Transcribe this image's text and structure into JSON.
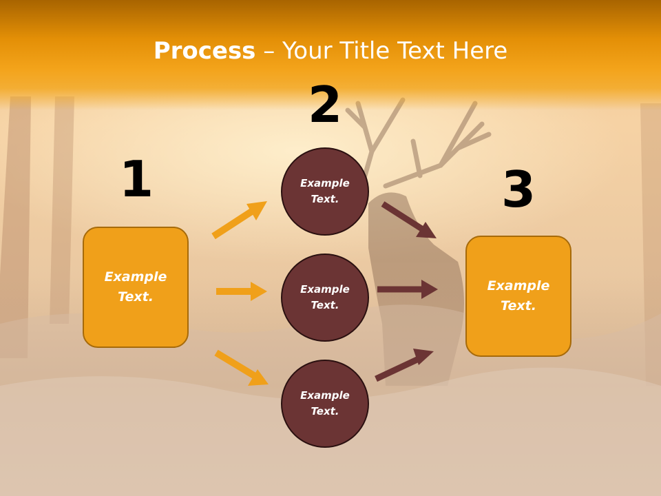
{
  "title": {
    "bold": "Process",
    "rest": " – Your Title Text Here"
  },
  "steps": [
    {
      "number": "1",
      "text": "Example Text."
    },
    {
      "number": "2",
      "circles": [
        "Example Text.",
        "Example Text.",
        "Example Text."
      ]
    },
    {
      "number": "3",
      "text": "Example Text."
    }
  ],
  "colors": {
    "title_bar": "#f3a31a",
    "box_fill": "#f0a01a",
    "circle_fill": "#6b3434",
    "arrow_orange": "#f0a01a",
    "arrow_brown": "#6b3434"
  }
}
